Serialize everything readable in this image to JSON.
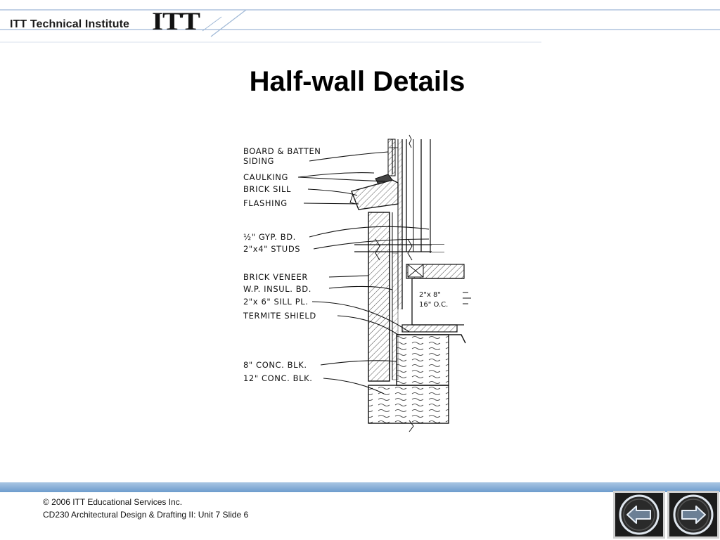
{
  "header": {
    "brand_text": "ITT Technical Institute",
    "logo_text": "ITT"
  },
  "title": "Half-wall Details",
  "diagram": {
    "callouts": [
      "BOARD & BATTEN",
      "SIDING",
      "CAULKING",
      "BRICK SILL",
      "FLASHING",
      "½\" GYP. BD.",
      "2\"x4\" STUDS",
      "BRICK VENEER",
      "W.P. INSUL. BD.",
      "2\"x 6\" SILL PL.",
      "TERMITE SHIELD",
      "8\" CONC. BLK.",
      "12\" CONC. BLK."
    ],
    "joist_label_line1": "2\"x 8\"",
    "joist_label_line2": "16\" O.C."
  },
  "footer": {
    "copyright": "© 2006 ITT Educational Services Inc.",
    "course": "CD230 Architectural Design & Drafting II: Unit 7 Slide 6"
  },
  "colors": {
    "footer_bar": "#6d9ccd",
    "header_line": "#9fb8d6",
    "nav_background": "#1c1c1c",
    "nav_ring": "#dfe6ee"
  },
  "nav": {
    "previous_icon": "left-arrow-icon",
    "next_icon": "right-arrow-icon"
  }
}
